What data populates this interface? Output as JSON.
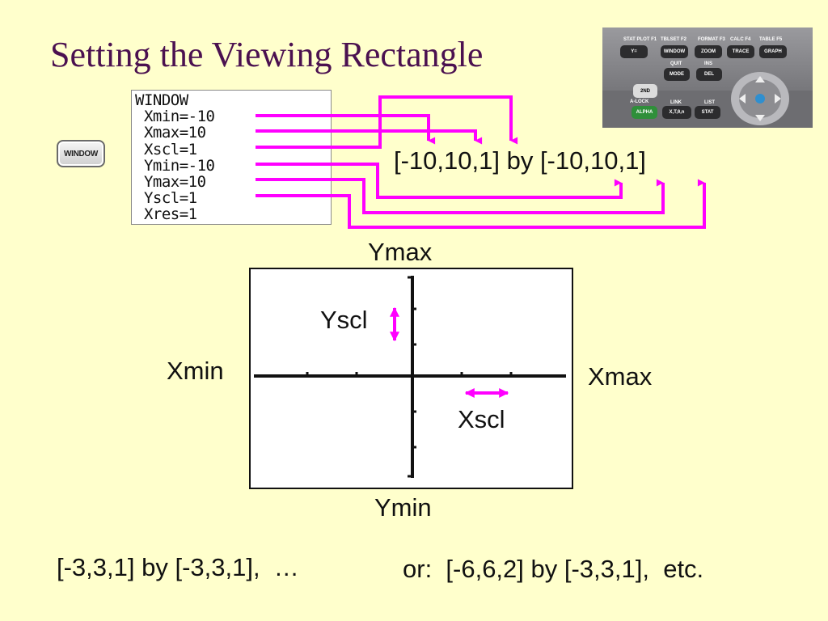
{
  "title": "Setting the Viewing Rectangle",
  "window_screen": {
    "lines": [
      "WINDOW",
      " Xmin=-10",
      " Xmax=10",
      " Xscl=1",
      " Ymin=-10",
      " Ymax=10",
      " Yscl=1",
      " Xres=1"
    ]
  },
  "window_key_label": "WINDOW",
  "calculator": {
    "labels": [
      "STAT PLOT F1",
      "TBLSET F2",
      "FORMAT F3",
      "CALC F4",
      "TABLE F5",
      "QUIT",
      "INS",
      "A-LOCK",
      "LINK",
      "LIST"
    ],
    "keys": [
      "Y=",
      "WINDOW",
      "ZOOM",
      "TRACE",
      "GRAPH",
      "2ND",
      "MODE",
      "DEL",
      "ALPHA",
      "X,T,θ,n",
      "STAT"
    ]
  },
  "range_notation": "[-10,10,1] by [-10,10,1]",
  "graph_labels": {
    "ymax": "Ymax",
    "ymin": "Ymin",
    "xmin": "Xmin",
    "xmax": "Xmax",
    "yscl": "Yscl",
    "xscl": "Xscl"
  },
  "examples": {
    "left": "[-3,3,1] by [-3,3,1],  …",
    "right": "or:  [-6,6,2] by [-3,3,1],  etc."
  },
  "colors": {
    "accent": "#ff00ff",
    "title": "#4b1150",
    "background": "#ffffcc"
  }
}
